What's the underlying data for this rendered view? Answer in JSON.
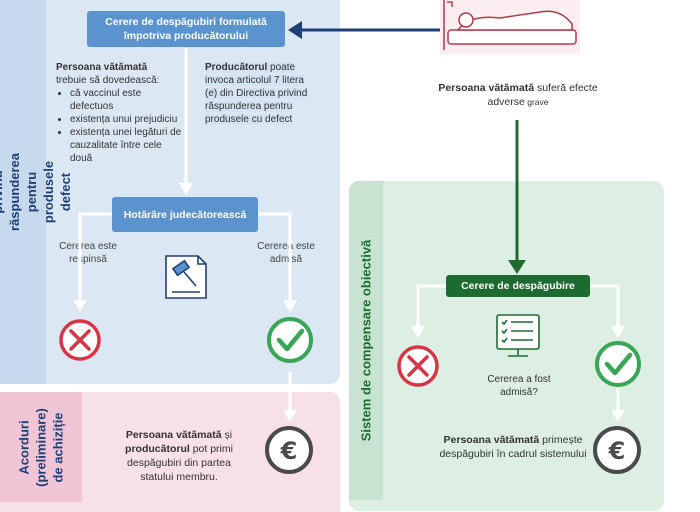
{
  "eu_directive": {
    "side_label": "Directiva UE privind răspunderea pentru produsele defect",
    "claim_box": "Cerere de despăgubiri formulată împotriva producătorului",
    "victim_title": "Persoana vătămată",
    "victim_intro": "trebuie să dovedească:",
    "victim_points": [
      "că vaccinul este defectuos",
      "existența unui prejudiciu",
      "existența unei legături de cauzalitate între cele două"
    ],
    "producer_title": "Producătorul",
    "producer_text": "poate invoca articolul 7 litera (e) din Directiva privind răspunderea pentru produsele cu defect",
    "judgment_box": "Hotărâre judecătorească",
    "rejected_label": "Cererea este respinsă",
    "admitted_label": "Cererea este admisă"
  },
  "agreements": {
    "side_label": "Acorduri (preliminare) de achiziție",
    "text_bold1": "Persoana vătămată",
    "text_mid": " și ",
    "text_bold2": "producătorul",
    "text_rest": " pot primi despăgubiri din partea statului membru."
  },
  "victim_top": {
    "bold": "Persoana vătămată",
    "text": " suferă efecte adverse",
    "small": " grave"
  },
  "compensation": {
    "side_label": "Sistem de compensare obiectivă",
    "claim_box": "Cerere de despăgubire",
    "question": "Cererea a fost admisă?",
    "result_bold": "Persoana vătămată",
    "result_text": " primește despăgubiri în cadrul sistemului"
  },
  "colors": {
    "blue_panel": "#dbe7f3",
    "blue_side": "#c7d9ec",
    "blue_box": "#5b93cf",
    "dark_blue": "#1f3f77",
    "pink_panel": "#f8e0ea",
    "pink_side": "#f0c6d6",
    "green_panel": "#ddefe3",
    "green_side": "#c8e3d1",
    "dark_green": "#1e6b32",
    "check_green": "#3aa556",
    "cross_red": "#d93446",
    "grey_icon": "#4a4a4a"
  }
}
